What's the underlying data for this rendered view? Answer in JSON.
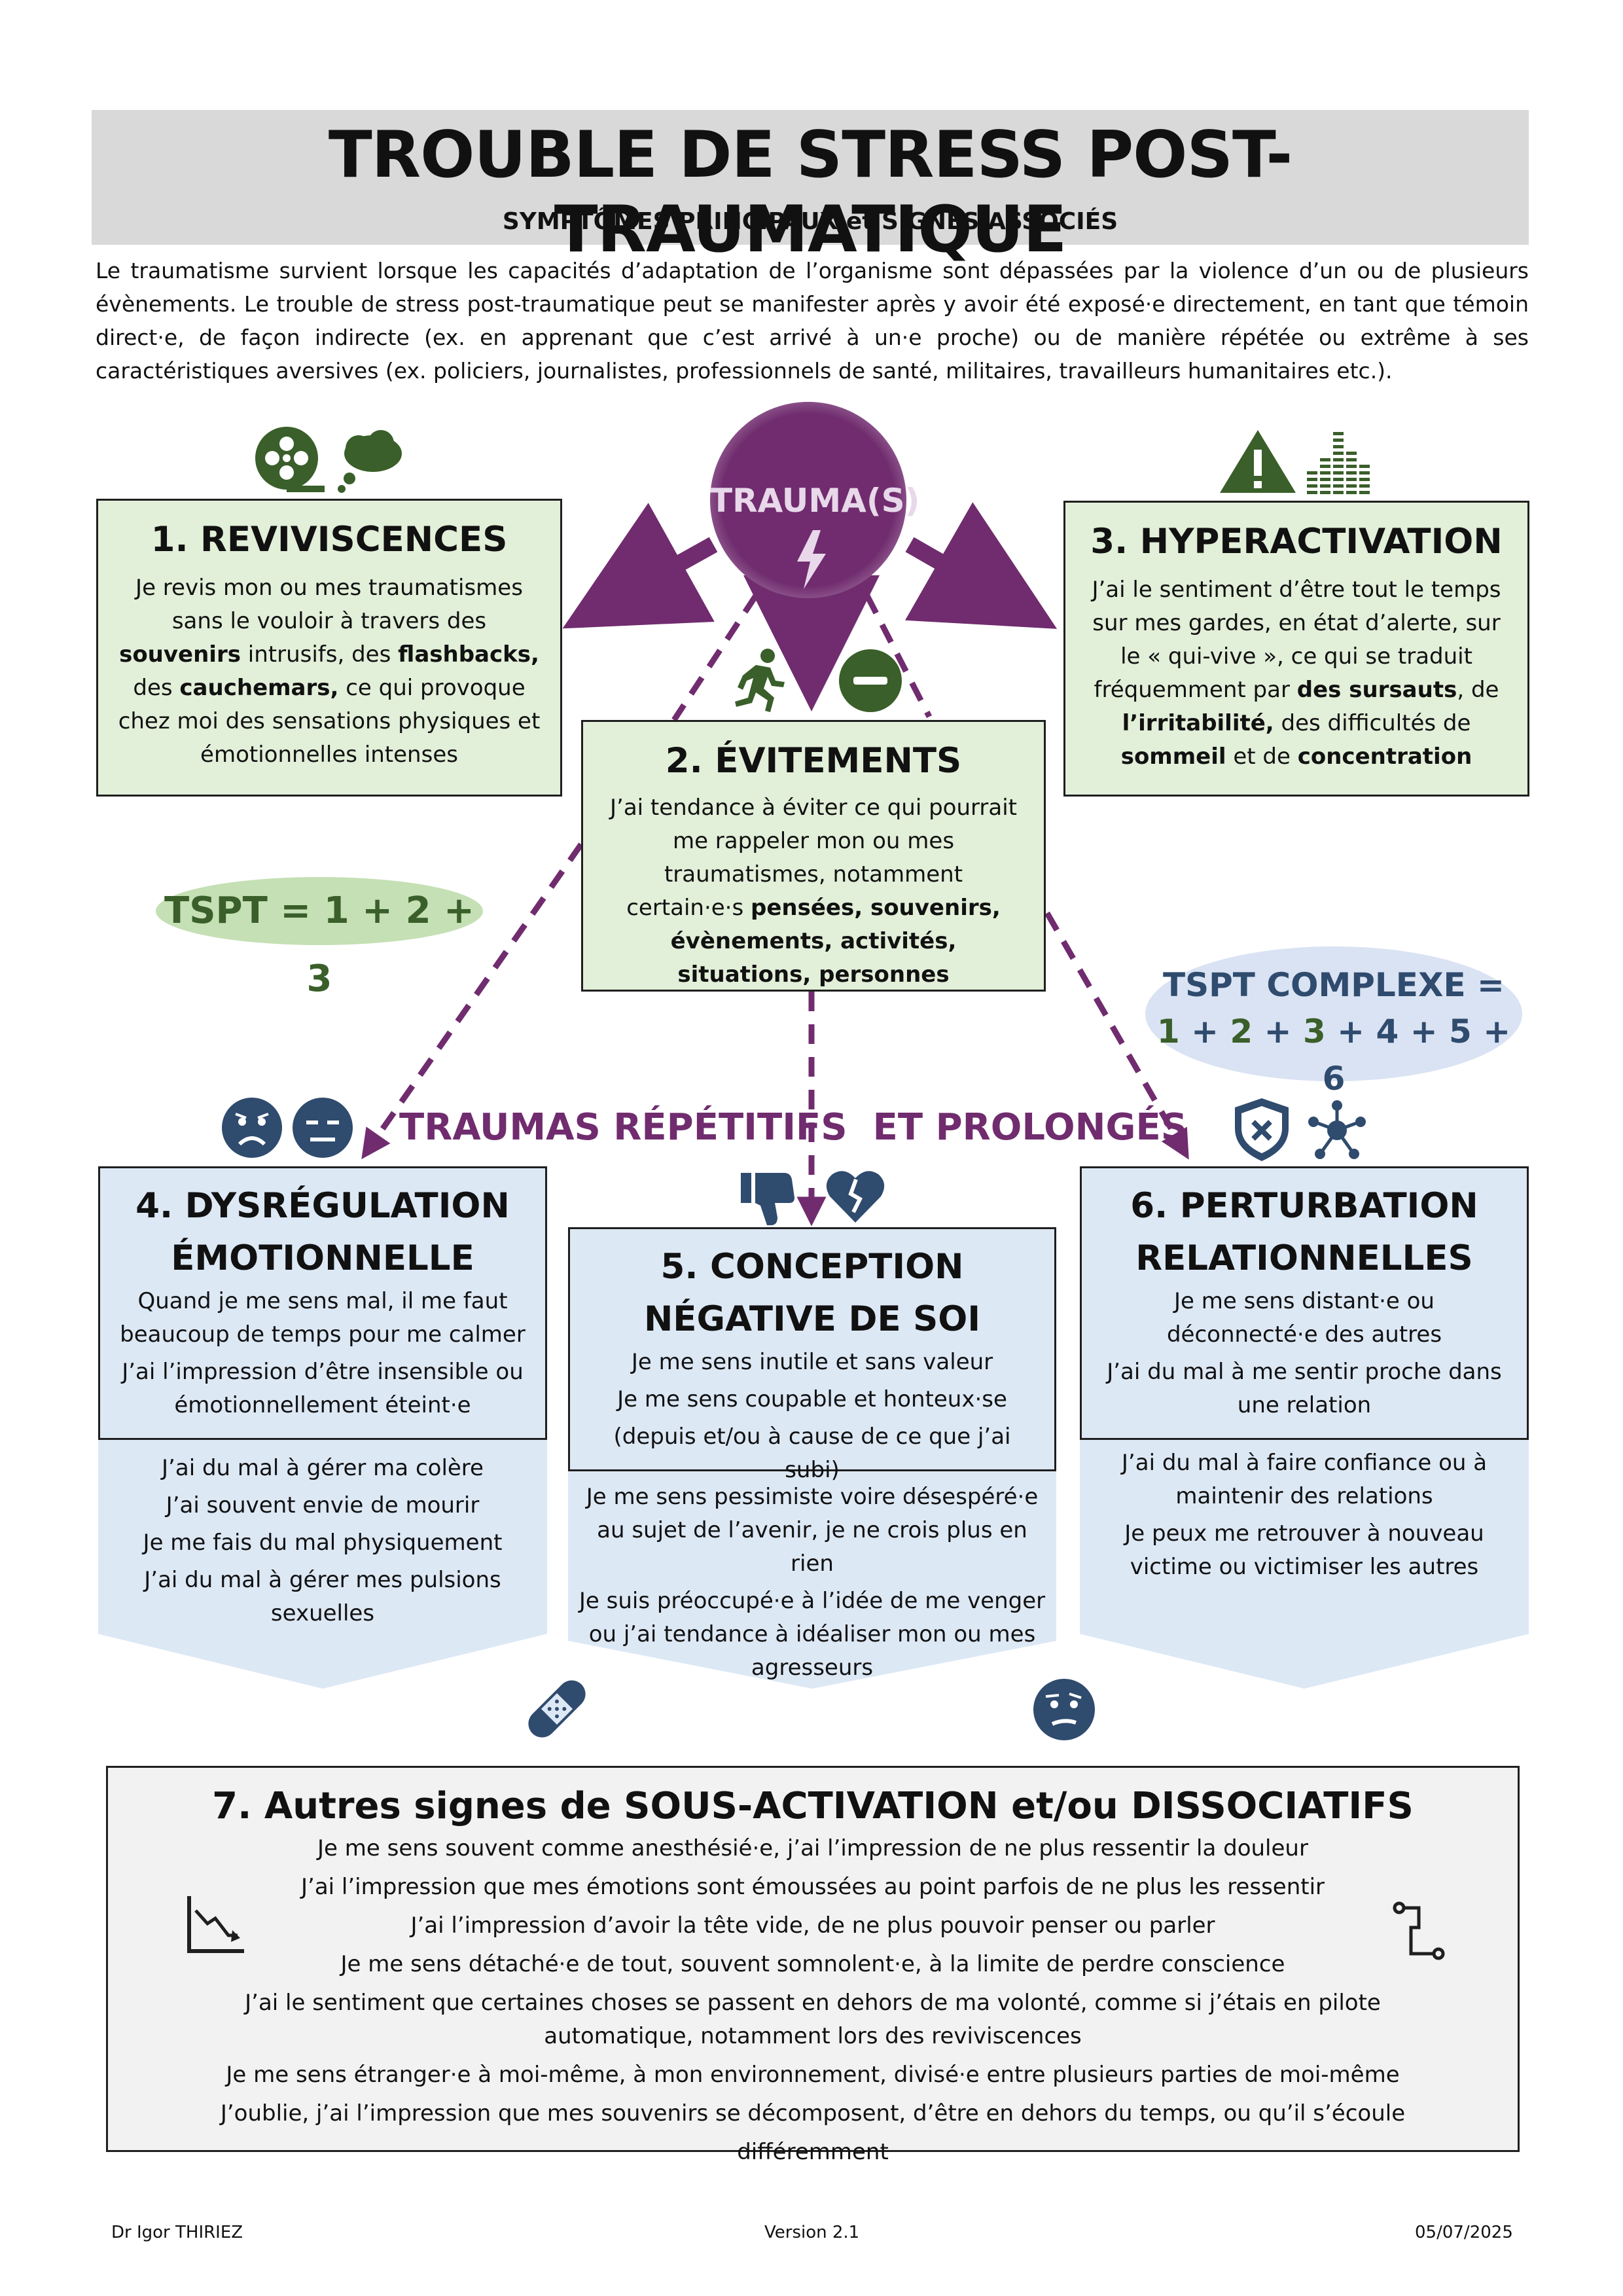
{
  "header": {
    "title": "TROUBLE DE STRESS POST-TRAUMATIQUE",
    "subtitle": "SYMPTÔMES PRINCIPAUX et SIGNES ASSOCIÉS"
  },
  "intro": "Le traumatisme survient lorsque les capacités d’adaptation de l’organisme sont dépassées par la violence d’un ou de plusieurs évènements. Le trouble de stress post-traumatique peut se manifester après y avoir été exposé·e directement, en tant que témoin direct·e, de façon indirecte (ex. en apprenant que c’est arrivé à un·e proche) ou de manière répétée ou extrême à ses caractéristiques aversives (ex. policiers, journalistes, professionnels de santé, militaires, travailleurs humanitaires etc.).",
  "trauma": {
    "label": "TRAUMA(S)"
  },
  "box1": {
    "title": "1. REVIVISCENCES",
    "t1": "Je revis mon ou mes traumatismes sans le vouloir à travers des ",
    "b1": "souvenirs",
    "t2": " intrusifs, des ",
    "b2": "flashbacks,",
    "t3": " des ",
    "b3": "cauchemars,",
    "t4": " ce qui provoque chez moi des sensations physiques et émotionnelles intenses"
  },
  "box2": {
    "title": "2. ÉVITEMENTS",
    "t1": "J’ai tendance à éviter ce qui pourrait me rappeler mon ou mes traumatismes, notamment certain·e·s ",
    "b1": "pensées, souvenirs, évènements, activités, situations, personnes"
  },
  "box3": {
    "title": "3. HYPERACTIVATION",
    "t1": "J’ai le sentiment d’être tout le temps sur mes gardes, en état d’alerte, sur le « qui-vive », ce qui se traduit fréquemment par ",
    "b1": "des sursauts",
    "t2": ", de ",
    "b2": "l’irritabilité,",
    "t3": " des difficultés de ",
    "b3": "sommeil",
    "t4": " et de ",
    "b4": "concentration"
  },
  "formula_simple": "TSPT = 1 + 2 + 3",
  "formula_complex": {
    "label": "TSPT COMPLEXE =",
    "n1": "1",
    "n2": "2",
    "n3": "3",
    "n4": "4",
    "n5": "5",
    "n6": "6",
    "plus": "+"
  },
  "repeated_label": "TRAUMAS RÉPÉTITIFS  ET PROLONGÉS",
  "box4": {
    "title_l1": "4. DYSRÉGULATION",
    "title_l2": "ÉMOTIONNELLE",
    "lines": [
      "Quand je me sens mal, il me faut beaucoup de temps pour me calmer",
      "J’ai l’impression d’être insensible ou émotionnellement éteint·e"
    ],
    "more": [
      "J’ai du mal à gérer ma colère",
      "J’ai souvent envie de mourir",
      "Je me fais du mal physiquement",
      "J’ai du mal à gérer mes pulsions sexuelles"
    ]
  },
  "box5": {
    "title_l1": "5. CONCEPTION",
    "title_l2": "NÉGATIVE DE SOI",
    "lines": [
      "Je me sens inutile et sans valeur",
      "Je me sens coupable et honteux·se",
      "(depuis et/ou à cause de ce que j’ai subi)"
    ],
    "more": [
      "Je me sens pessimiste voire désespéré·e au sujet de l’avenir, je ne crois plus en rien",
      "Je suis préoccupé·e à l’idée de me venger ou j’ai tendance à idéaliser mon ou mes agresseurs"
    ]
  },
  "box6": {
    "title_l1": "6. PERTURBATION",
    "title_l2": "RELATIONNELLES",
    "lines": [
      "Je me sens distant·e ou déconnecté·e des autres",
      "J’ai du mal à me sentir proche dans une relation"
    ],
    "more": [
      "J’ai du mal à faire confiance ou à maintenir des relations",
      "Je peux me retrouver à nouveau victime ou victimiser les autres"
    ]
  },
  "box7": {
    "title": "7. Autres signes de SOUS-ACTIVATION et/ou DISSOCIATIFS",
    "lines": [
      "Je me sens souvent comme anesthésié·e, j’ai l’impression de ne plus ressentir la douleur",
      "J’ai l’impression que mes émotions sont émoussées au point parfois de ne plus les ressentir",
      "J’ai l’impression d’avoir la tête vide, de ne plus pouvoir penser ou parler",
      "Je me sens détaché·e de tout, souvent somnolent·e, à la limite de perdre conscience",
      "J’ai le sentiment que certaines choses se passent en dehors de ma volonté, comme si j’étais en pilote automatique, notamment lors des reviviscences",
      "Je me sens étranger·e à moi-même, à mon environnement, divisé·e entre plusieurs parties de moi-même",
      "J’oublie, j’ai l’impression que mes souvenirs se décomposent, d’être en dehors du temps, ou qu’il s’écoule différemment"
    ]
  },
  "footer": {
    "author": "Dr Igor THIRIEZ",
    "version": "Version 2.1",
    "date": "05/07/2025"
  },
  "colors": {
    "purple": "#702c6e",
    "dark_green": "#3a5f2a",
    "navy": "#2f4b6e",
    "green_fill": "#e2efd9",
    "blue_fill": "#dde8f5",
    "gray_fill": "#f2f2f2",
    "header_gray": "#d9d9d9",
    "green_ellipse": "#c5e0b4",
    "blue_ellipse": "#dae3f3"
  },
  "icons": {
    "box1": [
      "film-reel-icon",
      "thought-cloud-icon"
    ],
    "box2": [
      "running-person-icon",
      "minus-circle-icon"
    ],
    "box3": [
      "warning-triangle-icon",
      "equalizer-bars-icon"
    ],
    "box4": [
      "sad-face-icon",
      "neutral-face-icon"
    ],
    "box5": [
      "thumbs-down-icon",
      "broken-heart-icon"
    ],
    "box6": [
      "shield-cross-icon",
      "network-icon"
    ],
    "box7": [
      "bandage-icon",
      "confused-face-icon",
      "declining-chart-icon",
      "stairs-path-icon"
    ]
  }
}
